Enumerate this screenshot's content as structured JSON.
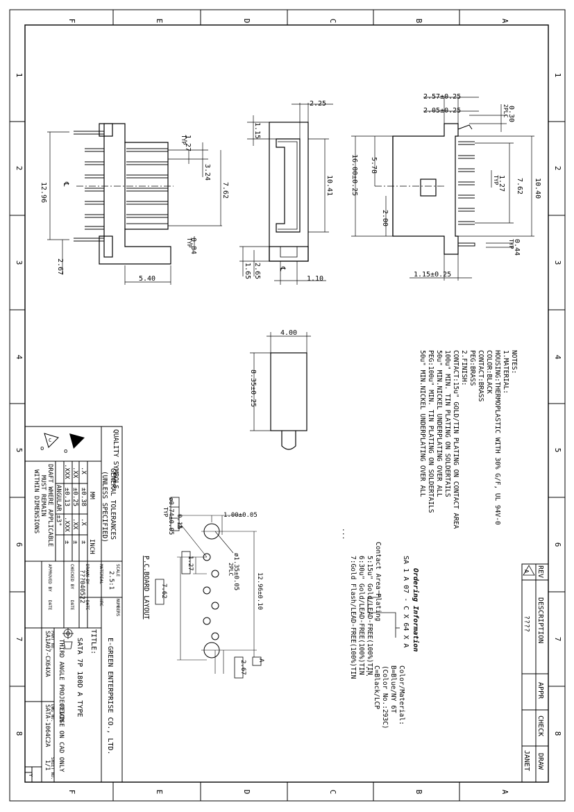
{
  "border": {
    "cols_top": [
      "F",
      "E",
      "D",
      "C",
      "B",
      "A"
    ],
    "cols_bottom": [
      "F",
      "E",
      "D",
      "C",
      "B",
      "A"
    ],
    "rows_left": [
      "1",
      "2",
      "3",
      "4",
      "5",
      "6",
      "7",
      "8"
    ],
    "rows_right": [
      "1",
      "2",
      "3",
      "4",
      "5",
      "6",
      "7",
      "8"
    ]
  },
  "dims": {
    "top_left": {
      "d127": "1.27",
      "typ1": "TYP",
      "d324": "3.24",
      "d762": "7.62",
      "d1296": "12.96",
      "d084": "0.84",
      "typ2": "TYP",
      "d267": "2.67",
      "d540": "5.40",
      "cl": "℄"
    },
    "top_mid": {
      "d225": "2.25",
      "d115": "1.15",
      "d1041": "10.41",
      "d165": "1.65",
      "d265": "2.65",
      "d110": "1.10",
      "cl": "℄"
    },
    "top_right": {
      "d257": "2.57±0.25",
      "d205": "2.05±0.25",
      "d030": "0.30",
      "plc": "2PLC",
      "d578": "5.78",
      "d1600": "16.00±0.25",
      "d127": "1.27",
      "typ1": "TYP",
      "d762": "7.62",
      "d1040": "10.40",
      "d200": "2.00",
      "d044": "0.44",
      "typ2": "TYP",
      "d115": "1.15±0.25"
    },
    "mid": {
      "d400": "4.00",
      "d835": "8.35±0.25"
    }
  },
  "notes": {
    "lines": [
      "NOTES:",
      "1.MATERIAL:",
      "HOUSING:THERMOPLASTIC WITH 30% G/F, UL 94V-0",
      "           COLOR:BLACK",
      "CONTACT:BRASS",
      "PEG:BRASS",
      "2.FINISH:",
      "CONTACT:15u\" GOLD/TIN PLATING ON CONTACT AREA",
      "        100u\" MIN. TIN PLATING ON SOLDERTAILS",
      "        50u\" MIN.NICKEL UNDERPLATING OVER ALL",
      "PEG:100u\" MIN. TIN PLATING ON SOLDERTAILS",
      "    50u\" MIN.NICKEL UNDERPLATING OVER ALL"
    ]
  },
  "ordering": {
    "title": "Ordering Information",
    "code": "SA 1 A 07 - C X 64 X A",
    "plating_label": "Contact Area Plating",
    "plating_options": [
      "5:15u\" Gold/LEAD-FREE(100%)TIN",
      "6:30u\" Gold/LEAD-FREE(100%)TIN",
      "7:Gold Flash/LEAD-FREE(100%)TIN",
      "..."
    ],
    "color_lines": [
      "Color/Material:",
      "B=Blue/NY 6T",
      "    (Color No.:293C)",
      "C=Black/LCP",
      "..."
    ]
  },
  "layout_view": {
    "d074": "ø0.74±0.05",
    "typ": "TYP",
    "tol": "0.15",
    "datum": "A",
    "d100": "1.00±0.05",
    "d135": "ø1.35±0.05",
    "plc": "2PLC",
    "d1296": "12.96±0.10",
    "d127": "1.27",
    "d762": "7.62",
    "d267": "2.67",
    "datum2": "A",
    "title": "P.C.BOARD LAYOUT"
  },
  "rev_block": {
    "rev": "REV",
    "description": "DESCRIPTION",
    "appr": "APPR",
    "check": "CHECK",
    "draw": "DRAW",
    "rev_value": "A",
    "desc_value": "????",
    "draw_value": "JANET"
  },
  "title_block": {
    "quality_symbols": "QUALITY SYMBOLS",
    "gen_tol_1": "GENERAL TOLERANCES",
    "gen_tol_2": "(UNLESS SPECIFIED)",
    "mm": "MM",
    "inch": "INCH",
    "row1": [
      ".X",
      "±0.38",
      ".X",
      "±"
    ],
    "row2": [
      ".XX",
      "±0.25",
      ".XX",
      "±"
    ],
    "row3": [
      ".XXX",
      "±0.13",
      ".XXX",
      "±"
    ],
    "angular": "ANGULAR ±3°",
    "draft_1": "DRAFT WHERE APPLICABLE",
    "draft_2": "MUST REMAIN",
    "draft_3": "WITHIN DIMENSIONS",
    "scale_label": "SCALE",
    "scale_value": "2.5:1",
    "material_label": "MATERIAL",
    "drawn_by": "DRAWN BY",
    "drawn_value": "???",
    "date_label": "DATE",
    "date_value": "040522",
    "checked_by": "CHECKED BY",
    "approved_by": "APPROVED BY",
    "numbers": "NUMBERS",
    "hrc": "HRC",
    "company": "E-GREEN ENTERPRISE CO., LTD.",
    "title_label": "TITLE:",
    "title_value": "SATA 7P    180D A TYPE",
    "projection": "THIRD ANGLE PROJECTION",
    "revise": "REVISE ON CAD ONLY",
    "part_no_label": "PART NO.",
    "part_no": "SA1A07-CX64XA",
    "dwg_no_label": "DWG NO.",
    "dwg_no": "SATA-1064C2A",
    "sheet_label": "SHEET NO.",
    "sheet_value": "1/1",
    "size": "Y"
  }
}
